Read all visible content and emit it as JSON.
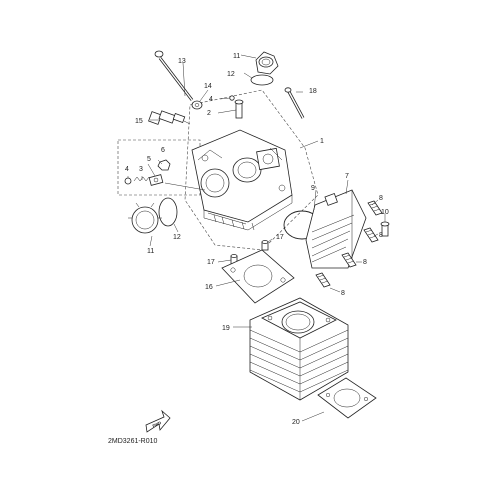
{
  "diagram_code": "2MD3261-R010",
  "fwd_label": "FWD",
  "callouts": {
    "c1": "1",
    "c2": "2",
    "c3": "3",
    "c4a": "4",
    "c4b": "4",
    "c5": "5",
    "c6": "6",
    "c7": "7",
    "c8a": "8",
    "c8b": "8",
    "c8c": "8",
    "c8d": "8",
    "c9": "9",
    "c10": "10",
    "c11a": "11",
    "c11b": "11",
    "c12a": "12",
    "c12b": "12",
    "c13": "13",
    "c14": "14",
    "c15": "15",
    "c16": "16",
    "c17a": "17",
    "c17b": "17",
    "c18": "18",
    "c19": "19",
    "c20": "20"
  }
}
